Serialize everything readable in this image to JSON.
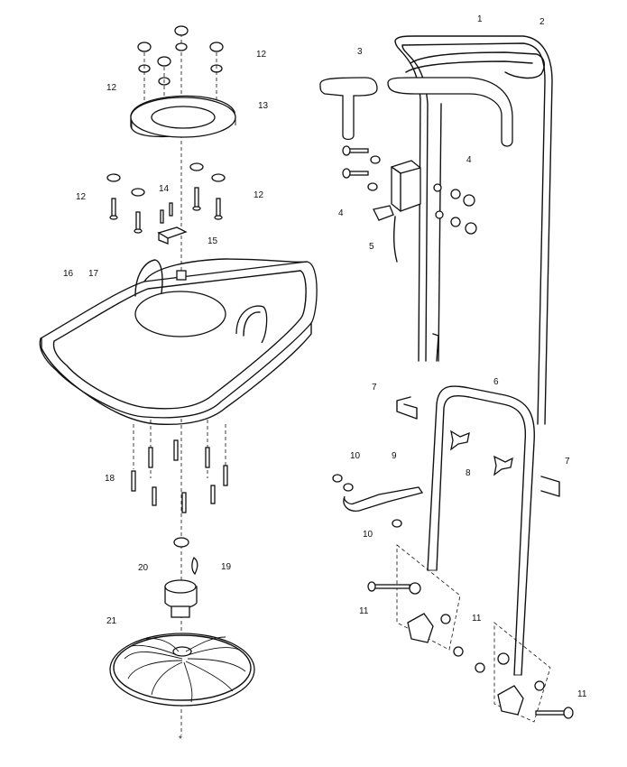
{
  "diagram": {
    "part_labels": [
      {
        "id": "label-1",
        "text": "1"
      },
      {
        "id": "label-2",
        "text": "2"
      },
      {
        "id": "label-3",
        "text": "3"
      },
      {
        "id": "label-4a",
        "text": "4"
      },
      {
        "id": "label-4b",
        "text": "4"
      },
      {
        "id": "label-5",
        "text": "5"
      },
      {
        "id": "label-6",
        "text": "6"
      },
      {
        "id": "label-7a",
        "text": "7"
      },
      {
        "id": "label-7b",
        "text": "7"
      },
      {
        "id": "label-8",
        "text": "8"
      },
      {
        "id": "label-9",
        "text": "9"
      },
      {
        "id": "label-10a",
        "text": "10"
      },
      {
        "id": "label-10b",
        "text": "10"
      },
      {
        "id": "label-11a",
        "text": "11"
      },
      {
        "id": "label-11b",
        "text": "11"
      },
      {
        "id": "label-11c",
        "text": "11"
      },
      {
        "id": "label-12a",
        "text": "12"
      },
      {
        "id": "label-12b",
        "text": "12"
      },
      {
        "id": "label-12c",
        "text": "12"
      },
      {
        "id": "label-12d",
        "text": "12"
      },
      {
        "id": "label-13",
        "text": "13"
      },
      {
        "id": "label-14",
        "text": "14"
      },
      {
        "id": "label-15",
        "text": "15"
      },
      {
        "id": "label-16",
        "text": "16"
      },
      {
        "id": "label-17",
        "text": "17"
      },
      {
        "id": "label-18",
        "text": "18"
      },
      {
        "id": "label-19",
        "text": "19"
      },
      {
        "id": "label-20",
        "text": "20"
      },
      {
        "id": "label-21",
        "text": "21"
      },
      {
        "id": "label-star",
        "text": "*"
      }
    ]
  }
}
